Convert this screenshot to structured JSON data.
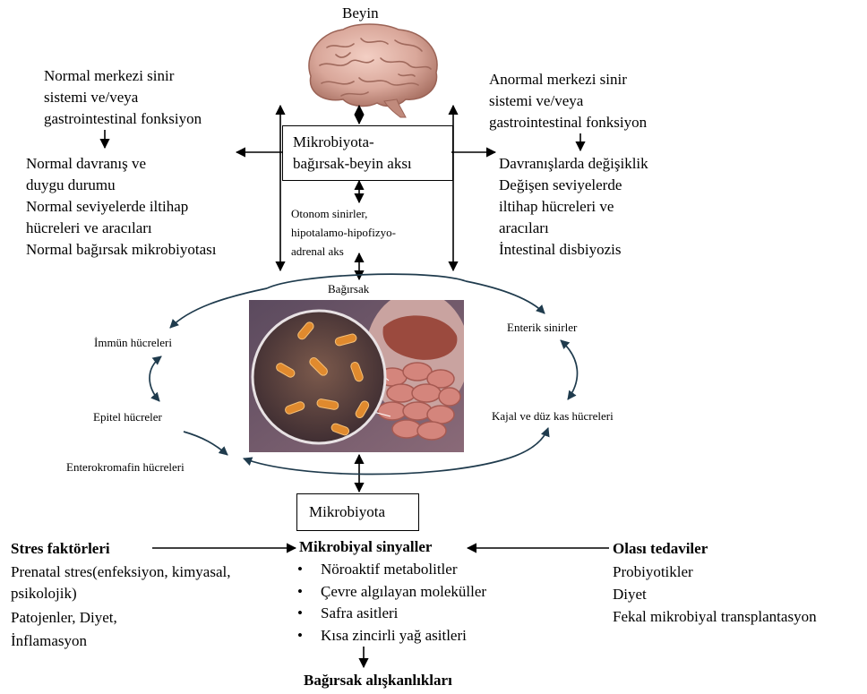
{
  "brain": {
    "label": "Beyin"
  },
  "left_top": [
    "Normal merkezi sinir",
    "sistemi ve/veya",
    "gastrointestinal fonksiyon"
  ],
  "left_mid": [
    "Normal davranış ve",
    "duygu durumu",
    "Normal seviyelerde iltihap",
    "hücreleri ve aracıları",
    "Normal bağırsak mikrobiyotası"
  ],
  "right_top": [
    "Anormal merkezi sinir",
    "sistemi ve/veya",
    "gastrointestinal fonksiyon"
  ],
  "right_mid": [
    "Davranışlarda değişiklik",
    "Değişen seviyelerde",
    "iltihap hücreleri ve",
    "aracıları",
    "İntestinal disbiyozis"
  ],
  "axis_box": [
    "Mikrobiyota-",
    "bağırsak-beyin aksı"
  ],
  "autonomic": [
    "Otonom sinirler,",
    "hipotalamo-hipofizyo-",
    "adrenal aks"
  ],
  "gut": {
    "label": "Bağırsak"
  },
  "cells_left": {
    "immune": "İmmün hücreleri",
    "epithel": "Epitel hücreler",
    "entero": "Enterokromafin hücreleri"
  },
  "cells_right": {
    "enteric": "Enterik sinirler",
    "kajal": "Kajal ve düz kas hücreleri"
  },
  "microbiota_box": "Mikrobiyota",
  "stress": {
    "title": "Stres faktörleri",
    "lines": [
      "Prenatal stres(enfeksiyon, kimyasal,",
      "psikolojik)",
      "Patojenler, Diyet,",
      "İnflamasyon"
    ]
  },
  "signals": {
    "title": "Mikrobiyal sinyaller",
    "items": [
      "Nöroaktif metabolitler",
      "Çevre algılayan moleküller",
      "Safra asitleri",
      "Kısa zincirli yağ asitleri"
    ]
  },
  "therapies": {
    "title": "Olası tedaviler",
    "lines": [
      "Probiyotikler",
      "Diyet",
      "Fekal mikrobiyal transplantasyon"
    ]
  },
  "habits": {
    "label": "Bağırsak alışkanlıkları"
  },
  "colors": {
    "cycle_arrow": "#1f3b4d",
    "brain": "#d9a79a",
    "bacteria": "#d9862a",
    "gut_tissue": "#c9817a"
  }
}
